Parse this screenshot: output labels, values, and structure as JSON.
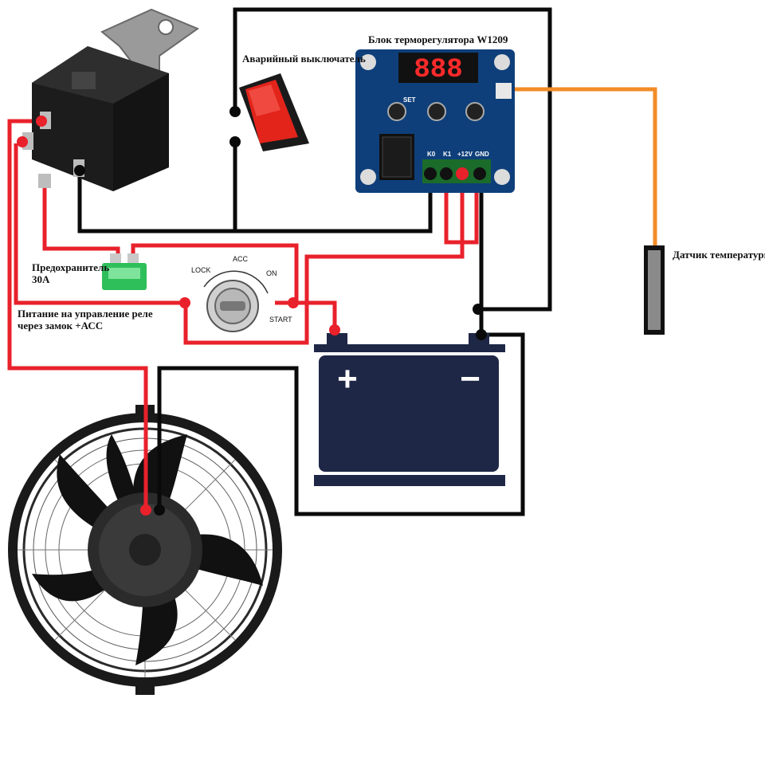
{
  "labels": {
    "thermostat_title": "Блок  терморегулятора W1209",
    "emergency_switch": "Аварийный выключатель",
    "temperature_sensor": "Датчик температуры",
    "fuse_line1": "Предохранитель",
    "fuse_line2": "30А",
    "acc_power_line1": "Питание на управление реле",
    "acc_power_line2": "через замок +АСС"
  },
  "ignition": {
    "lock": "LOCK",
    "acc": "ACC",
    "on": "ON",
    "start": "START"
  },
  "thermostat": {
    "display": "888",
    "set_label": "SET",
    "terminals": [
      "K0",
      "K1",
      "+12V",
      "GND"
    ]
  },
  "battery": {
    "plus": "+",
    "minus": "−"
  },
  "colors": {
    "wire_red": "#e8212b",
    "wire_black": "#0a0a0a",
    "wire_orange": "#f28c28",
    "battery": "#1f2746",
    "pcb": "#0e3f7a",
    "fuse": "#2fbf5a",
    "switch_red": "#e2241b"
  },
  "icons": [
    "relay-icon",
    "rocker-switch-icon",
    "thermostat-board-icon",
    "fuse-icon",
    "ignition-switch-icon",
    "battery-icon",
    "fan-icon",
    "temperature-probe-icon"
  ]
}
